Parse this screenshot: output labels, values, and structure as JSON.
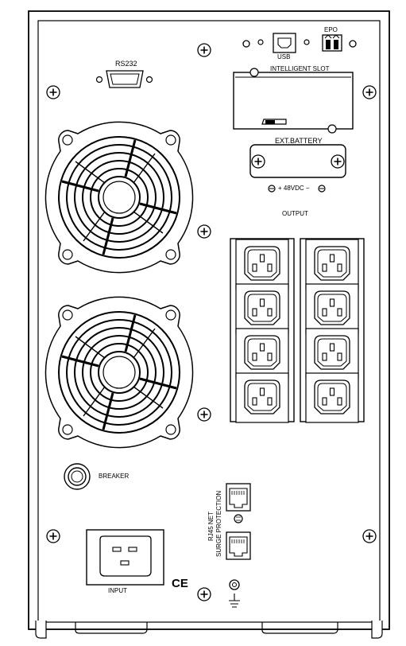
{
  "labels": {
    "rs232": "RS232",
    "usb": "USB",
    "epo": "EPO",
    "intelligent_slot": "INTELLIGENT SLOT",
    "ext_battery": "EXT.BATTERY",
    "dc_voltage": "+ 48VDC −",
    "output": "OUTPUT",
    "breaker": "BREAKER",
    "rj45_net": "RJ45 NET",
    "surge_protection": "SURGE PROTECTION",
    "input": "INPUT",
    "ce_mark": "CE"
  },
  "outlet_count": 8,
  "icons": [
    "screw-icon",
    "fan-grille-icon",
    "iec-outlet-icon",
    "rj45-port-icon",
    "ground-symbol-icon",
    "usb-port-icon",
    "db9-port-icon"
  ]
}
